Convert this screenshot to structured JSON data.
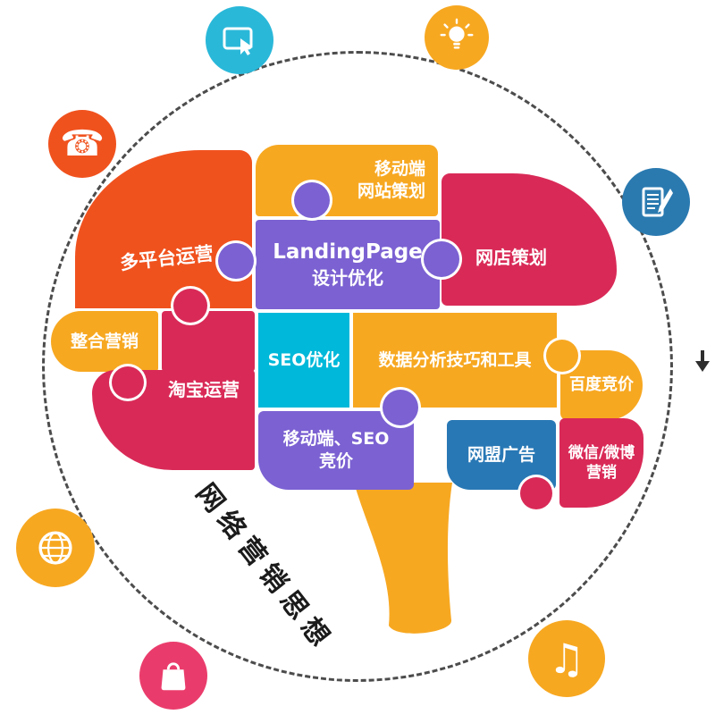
{
  "diagram": {
    "theme_text": "网络营销思想",
    "pieces": {
      "multi_platform": {
        "label": "多平台运营",
        "color": "#f0521e"
      },
      "mobile_site": {
        "line1": "移动端",
        "line2": "网站策划",
        "color": "#f7a821"
      },
      "landing_page": {
        "line1": "LandingPage",
        "line2": "设计优化",
        "color": "#7b61d2"
      },
      "shop_planning": {
        "label": "网店策划",
        "color": "#d92a57"
      },
      "integrated_marketing": {
        "label": "整合营销",
        "color": "#f7a821"
      },
      "taobao_operation": {
        "label": "淘宝运营",
        "color": "#d92a57"
      },
      "seo": {
        "label": "SEO优化",
        "color": "#00b8d9"
      },
      "data_analysis": {
        "label": "数据分析技巧和工具",
        "color": "#f7a821"
      },
      "baidu_bidding": {
        "label": "百度竞价",
        "color": "#f7a821"
      },
      "mobile_seo_bidding": {
        "line1": "移动端、SEO",
        "line2": "竞价",
        "color": "#7b61d2"
      },
      "ad_network": {
        "label": "网盟广告",
        "color": "#2878b5"
      },
      "wechat_weibo": {
        "line1": "微信/微博",
        "line2": "营销",
        "color": "#d92a57"
      }
    },
    "ring_icons": {
      "tablet_touch": {
        "name": "tablet-touch-icon",
        "bg": "#2ab8d9"
      },
      "lightbulb": {
        "name": "lightbulb-icon",
        "bg": "#f7a821"
      },
      "phone": {
        "name": "phone-icon",
        "bg": "#f0521e",
        "glyph": "☎"
      },
      "notepad_pen": {
        "name": "notepad-pen-icon",
        "bg": "#2a7ab0"
      },
      "globe": {
        "name": "globe-icon",
        "bg": "#f7a821"
      },
      "shopping_bag": {
        "name": "shopping-bag-icon",
        "bg": "#ea3c6c"
      },
      "music_note": {
        "name": "music-note-icon",
        "bg": "#f7a821",
        "glyph": "♫"
      },
      "down_arrow": {
        "name": "down-arrow-icon",
        "color": "#2e2e2e"
      }
    },
    "ring": {
      "style": "dashed-circle",
      "color": "#4c4c4c"
    }
  }
}
